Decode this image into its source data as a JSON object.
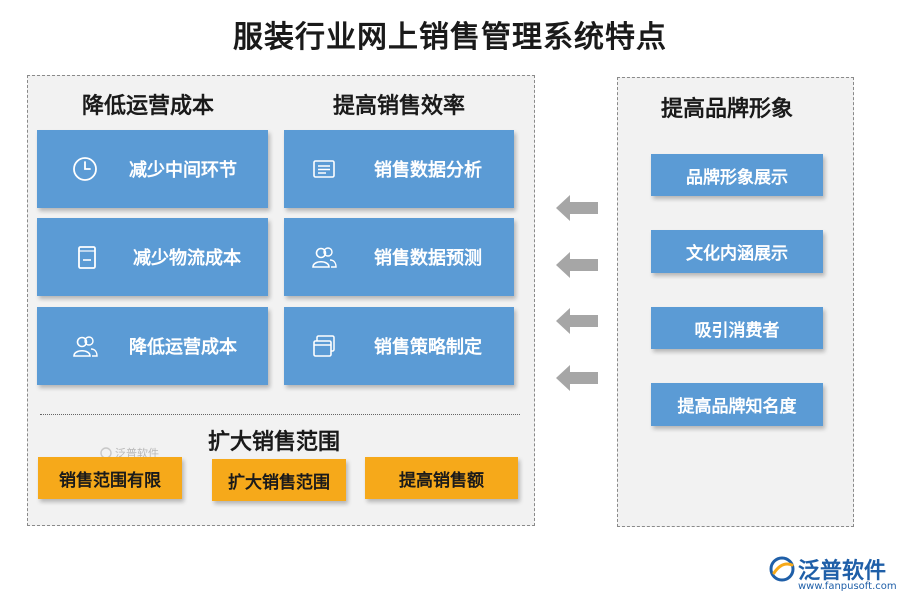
{
  "title": "服装行业网上销售管理系统特点",
  "left": {
    "cost": {
      "title": "降低运营成本",
      "items": [
        {
          "label": "减少中间环节",
          "icon": "clock-icon"
        },
        {
          "label": "减少物流成本",
          "icon": "document-icon"
        },
        {
          "label": "降低运营成本",
          "icon": "users-icon"
        }
      ]
    },
    "efficiency": {
      "title": "提高销售效率",
      "items": [
        {
          "label": "销售数据分析",
          "icon": "list-icon"
        },
        {
          "label": "销售数据预测",
          "icon": "users-icon"
        },
        {
          "label": "销售策略制定",
          "icon": "windows-icon"
        }
      ]
    },
    "expand": {
      "title": "扩大销售范围",
      "items": [
        "销售范围有限",
        "扩大销售范围",
        "提高销售额"
      ]
    }
  },
  "right": {
    "title": "提高品牌形象",
    "items": [
      "品牌形象展示",
      "文化内涵展示",
      "吸引消费者",
      "提高品牌知名度"
    ]
  },
  "watermark": "泛普软件",
  "logo": {
    "name": "泛普软件",
    "url": "www.fanpusoft.com"
  },
  "colors": {
    "blue": "#5b9bd5",
    "orange": "#f6a91a",
    "panel": "#f2f2f2",
    "arrow": "#a6a6a6",
    "logo": "#1f5fa8"
  }
}
